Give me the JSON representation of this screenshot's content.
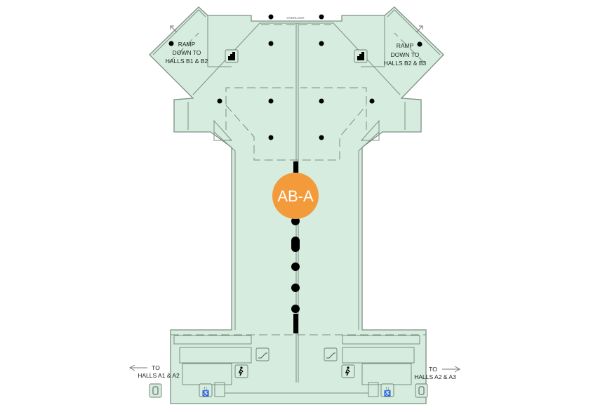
{
  "map": {
    "location_marker": {
      "label": "AB-A",
      "color": "#f39a3a"
    },
    "labels": {
      "overlook": "OVERLOOK",
      "ramp_left": [
        "RAMP",
        "DOWN TO",
        "HALLS B1 & B2"
      ],
      "ramp_right": [
        "RAMP",
        "DOWN TO",
        "HALLS B2 & B3"
      ],
      "exit_left": [
        "TO",
        "HALLS A1 & A2"
      ],
      "exit_right": [
        "TO",
        "HALLS A2 & A3"
      ]
    },
    "colors": {
      "floor": "#d5ecdf",
      "wall": "#7d8f82",
      "marker": "#f39a3a"
    },
    "icons": [
      "escalator-icon",
      "stairs-icon",
      "elevator-icon",
      "fire-extinguisher-icon",
      "info-kiosk-icon"
    ]
  }
}
